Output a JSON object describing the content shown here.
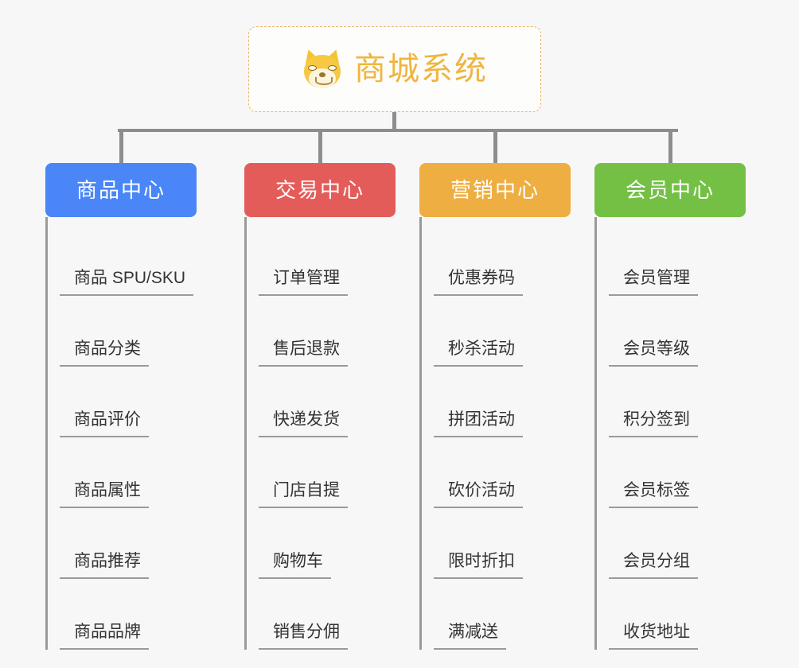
{
  "diagram": {
    "type": "mind-map",
    "background_color": "#f7f7f7",
    "root": {
      "title": "商城系统",
      "icon": "shiba-inu-dog-face-icon",
      "text_color": "#f0b53f",
      "border_color": "#e8b667",
      "background_color": "#fdfdfc"
    },
    "connector_color": "#8d8d8d",
    "branches": [
      {
        "label": "商品中心",
        "color": "#4a86f7",
        "items": [
          "商品 SPU/SKU",
          "商品分类",
          "商品评价",
          "商品属性",
          "商品推荐",
          "商品品牌"
        ]
      },
      {
        "label": "交易中心",
        "color": "#e45c59",
        "items": [
          "订单管理",
          "售后退款",
          "快递发货",
          "门店自提",
          "购物车",
          "销售分佣"
        ]
      },
      {
        "label": "营销中心",
        "color": "#eeae42",
        "items": [
          "优惠券码",
          "秒杀活动",
          "拼团活动",
          "砍价活动",
          "限时折扣",
          "满减送"
        ]
      },
      {
        "label": "会员中心",
        "color": "#74c045",
        "items": [
          "会员管理",
          "会员等级",
          "积分签到",
          "会员标签",
          "会员分组",
          "收货地址"
        ]
      }
    ]
  }
}
